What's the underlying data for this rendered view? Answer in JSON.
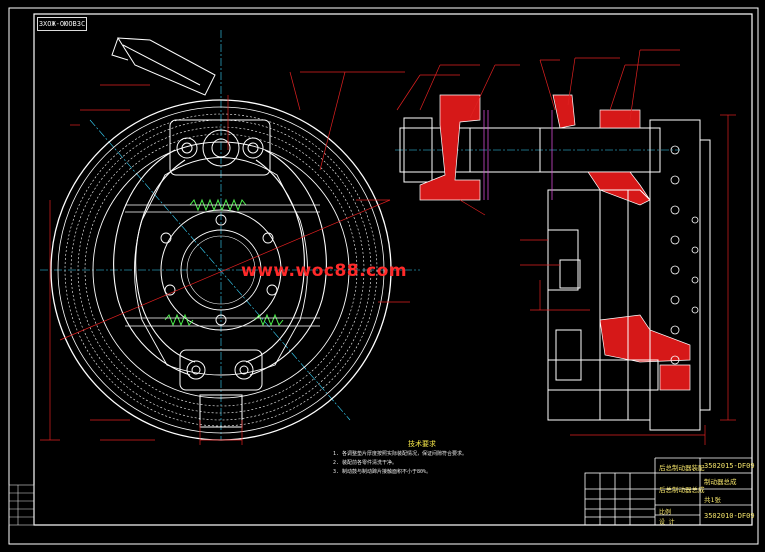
{
  "drawing": {
    "drawing_code": "ЗХОЖ-ОЮОВЗС",
    "watermark": "www.woc88.com",
    "notes_title": "技术要求",
    "notes": [
      "1. 各调整垫片厚度按照实际装配情况，保证间隙符合要求。",
      "2. 装配前各零件清洗干净。",
      "3. 制动鼓与制动蹄片接触面积不小于80%。"
    ]
  },
  "title_block": {
    "title_top": "后总制动器装配",
    "code_top": "3502015-DF09",
    "subtitle": "制动器总成",
    "title_mid": "后总制动器总成",
    "scale_label": "比例",
    "sheet_label": "共1张",
    "code_bottom": "3502010-DF09",
    "footer": "设 计"
  },
  "colors": {
    "frame": "#ffffff",
    "outline": "#ffffff",
    "centerline": "#39d7ff",
    "dimension": "#e02020",
    "hatch": "#e21a1a",
    "spring": "#4cf04c",
    "label": "#f7e84a",
    "watermark": "#ff2a2a"
  }
}
